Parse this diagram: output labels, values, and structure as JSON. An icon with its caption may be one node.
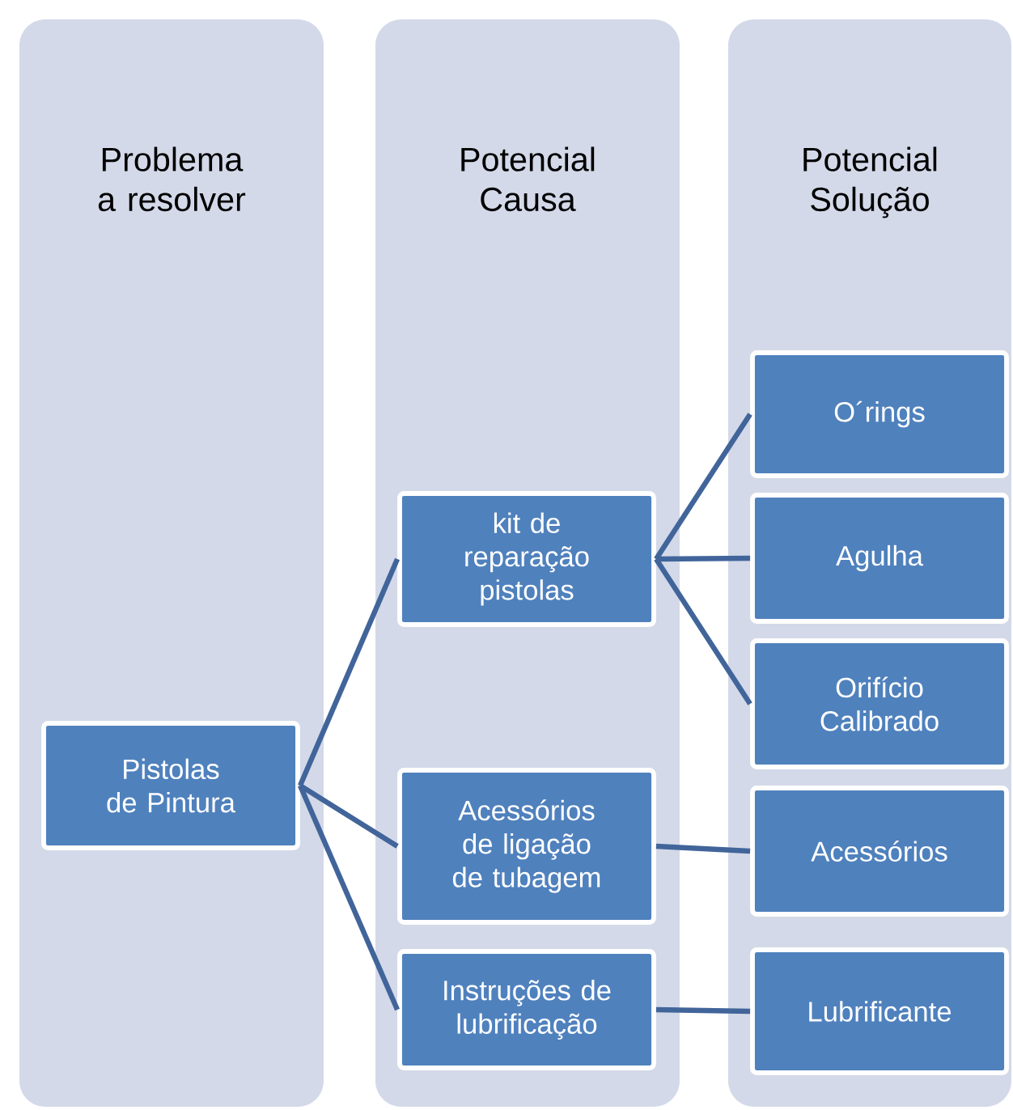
{
  "diagram": {
    "nodes": [
      {
        "text": [
          "Problema a resolver"
        ]
      },
      {
        "text": [
          "Potencial Causa"
        ]
      },
      {
        "text": [
          "Potencial Solução"
        ]
      },
      {
        "text": [
          "Pistolas de Pintura"
        ],
        "in": 0
      },
      {
        "text": [
          "kit de reparação pistolas"
        ],
        "in": 1
      },
      {
        "text": [
          "Acessórios de ligação de tubagem"
        ],
        "in": 1
      },
      {
        "text": [
          "Instruções de lubrificação"
        ],
        "in": 1
      },
      {
        "text": [
          "O´rings"
        ],
        "in": 2
      },
      {
        "text": [
          "Agulha"
        ],
        "in": 2
      },
      {
        "text": [
          "Orifício Calibrado"
        ],
        "in": 2
      },
      {
        "text": [
          "Acessórios"
        ],
        "in": 2
      },
      {
        "text": [
          "Lubrificante"
        ],
        "in": 2
      }
    ],
    "edges": [
      {
        "from": 3,
        "to": 4,
        "arrow": "none"
      },
      {
        "from": 3,
        "to": 5,
        "arrow": "none"
      },
      {
        "from": 3,
        "to": 6,
        "arrow": "none"
      },
      {
        "from": 4,
        "to": 7,
        "arrow": "none"
      },
      {
        "from": 4,
        "to": 8,
        "arrow": "none"
      },
      {
        "from": 4,
        "to": 9,
        "arrow": "none"
      },
      {
        "from": 5,
        "to": 10,
        "arrow": "none"
      },
      {
        "from": 6,
        "to": 11,
        "arrow": "none"
      }
    ]
  }
}
